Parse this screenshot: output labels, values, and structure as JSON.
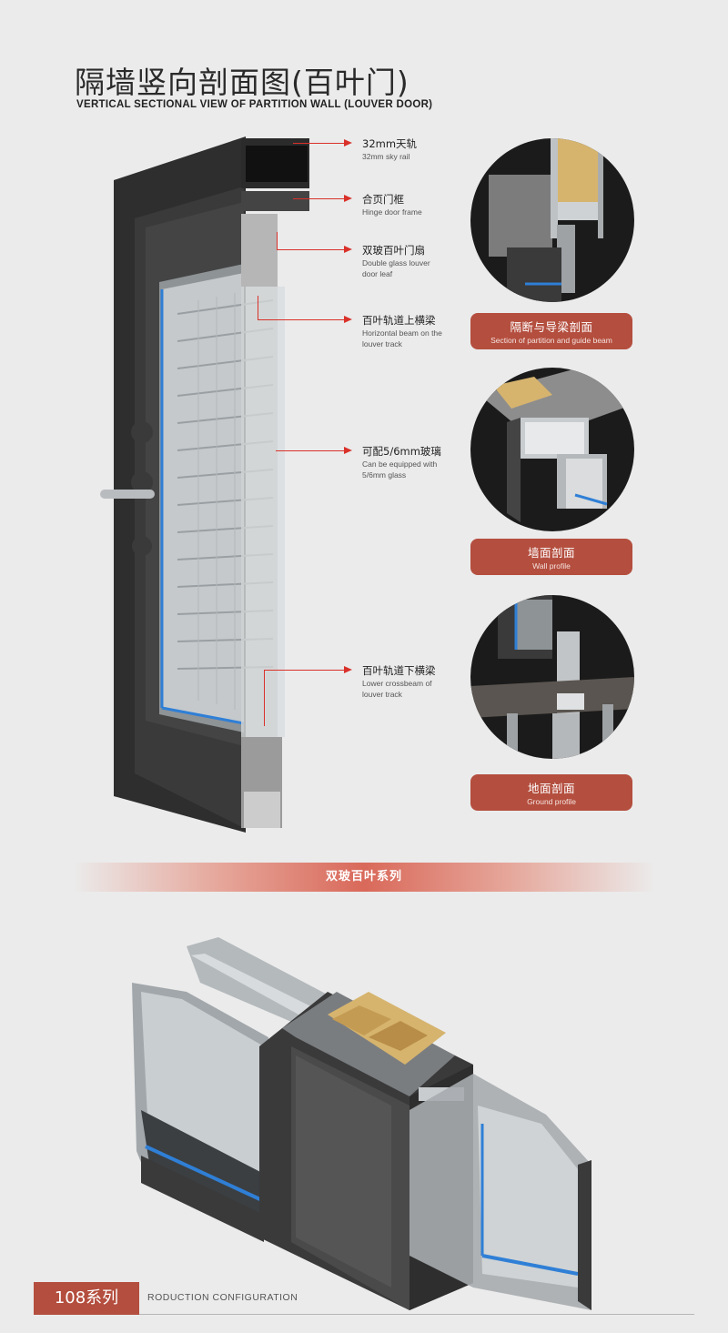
{
  "header": {
    "title_cn": "隔墙竖向剖面图(百叶门)",
    "title_en": "VERTICAL SECTIONAL VIEW OF PARTITION WALL (LOUVER DOOR)"
  },
  "callouts": [
    {
      "cn": "32mm天轨",
      "en": [
        "32mm sky rail"
      ]
    },
    {
      "cn": "合页门框",
      "en": [
        "Hinge door frame"
      ]
    },
    {
      "cn": "双玻百叶门扇",
      "en": [
        "Double glass louver",
        "door leaf"
      ]
    },
    {
      "cn": "百叶轨道上横梁",
      "en": [
        "Horizontal beam on the",
        "louver track"
      ]
    },
    {
      "cn": "可配5/6mm玻璃",
      "en": [
        "Can be equipped with",
        "5/6mm glass"
      ]
    },
    {
      "cn": "百叶轨道下横梁",
      "en": [
        "Lower crossbeam of",
        "louver track"
      ]
    }
  ],
  "details": [
    {
      "cn": "隔断与导梁剖面",
      "en": "Section of partition and guide beam"
    },
    {
      "cn": "墙面剖面",
      "en": "Wall profile"
    },
    {
      "cn": "地面剖面",
      "en": "Ground profile"
    }
  ],
  "series": {
    "label": "双玻百叶系列"
  },
  "footer": {
    "series_label": "108系列",
    "caption": "RODUCTION CONFIGURATION"
  },
  "colors": {
    "accent": "#b44e3e",
    "leader": "#d9312a",
    "glass_edge": "#2f7fd6",
    "frame_dark": "#333333"
  }
}
